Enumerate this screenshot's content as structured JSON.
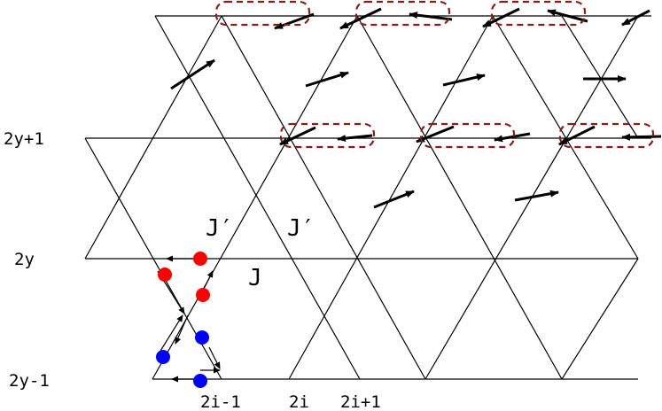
{
  "row_labels": {
    "top": "2y+1",
    "mid": "2y",
    "bottom": "2y-1"
  },
  "column_labels": {
    "left": "2i-1",
    "center": "2i",
    "right": "2i+1"
  },
  "coupling_labels": {
    "j_prime_left": "J′",
    "j_prime_right": "J′",
    "j": "J"
  },
  "colors": {
    "lattice_line": "#000000",
    "spin_arrow": "#000000",
    "dashed_box": "#8b1a1a",
    "upper_dots": "#ff0000",
    "lower_dots": "#0000ff"
  }
}
